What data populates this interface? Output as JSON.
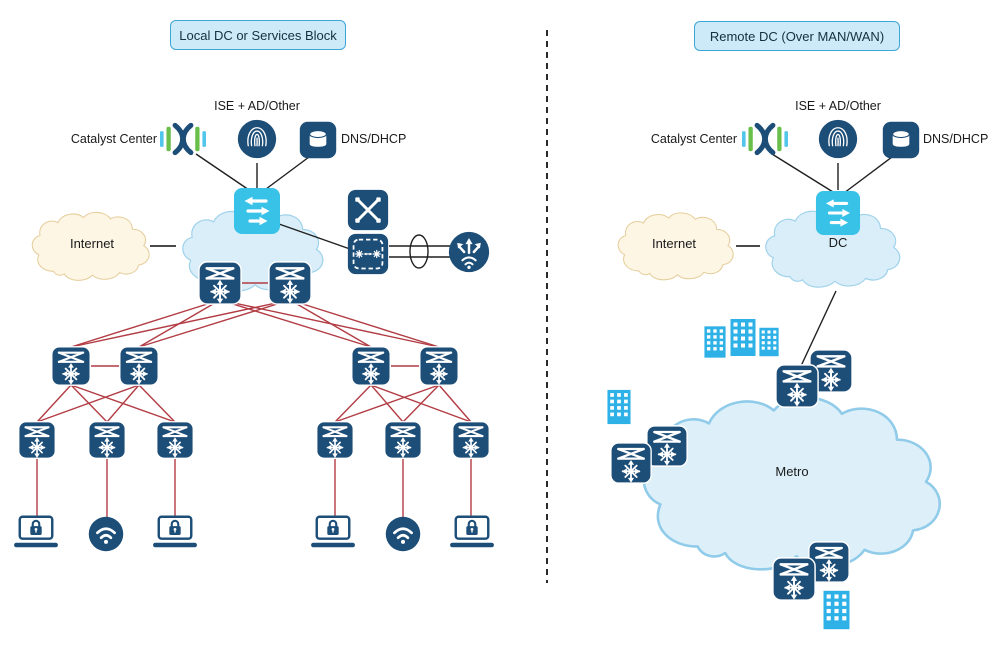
{
  "left_block": {
    "title": "Local DC or Services Block",
    "catalyst_center_label": "Catalyst Center",
    "ise_label": "ISE + AD/Other",
    "dns_dhcp_label": "DNS/DHCP",
    "internet_label": "Internet"
  },
  "right_block": {
    "title": "Remote DC (Over MAN/WAN)",
    "catalyst_center_label": "Catalyst Center",
    "ise_label": "ISE + AD/Other",
    "dns_dhcp_label": "DNS/DHCP",
    "internet_label": "Internet",
    "dc_cloud_label": "DC",
    "metro_cloud_label": "Metro"
  },
  "icons": {
    "catalyst_center": "dna-helix-icon",
    "ise": "fingerprint-icon",
    "dns_dhcp": "database-icon",
    "core_switch": "l2-switch-arrows-icon",
    "multilayer_switch": "l3-switch-snowflake-icon",
    "wireless_controller": "wlc-arrows-wifi-icon",
    "cross_connect": "crossed-cables-icon",
    "virtual_port_channel": "dashed-vpc-icon",
    "fiber_bundle": "link-oval-icon",
    "secure_endpoint": "laptop-lock-icon",
    "access_point": "wifi-circle-icon",
    "site": "building-icon"
  },
  "colors": {
    "navy_icon": "#1d4e78",
    "cyan_switch": "#38c2e8",
    "building_blue": "#2eb1e6",
    "dna_green": "#6abf4b",
    "dna_light_blue": "#52c5ea",
    "cloud_blue_fill": "#d9eef9",
    "cloud_blue_border": "#9fd2ea",
    "cloud_cream_fill": "#fdf6e5",
    "cloud_cream_border": "#e5cd9a",
    "red_link": "#b23c44",
    "black_link": "#1f1f1f",
    "title_box_fill": "#cdeaf8",
    "title_box_border": "#3ea6d6"
  }
}
